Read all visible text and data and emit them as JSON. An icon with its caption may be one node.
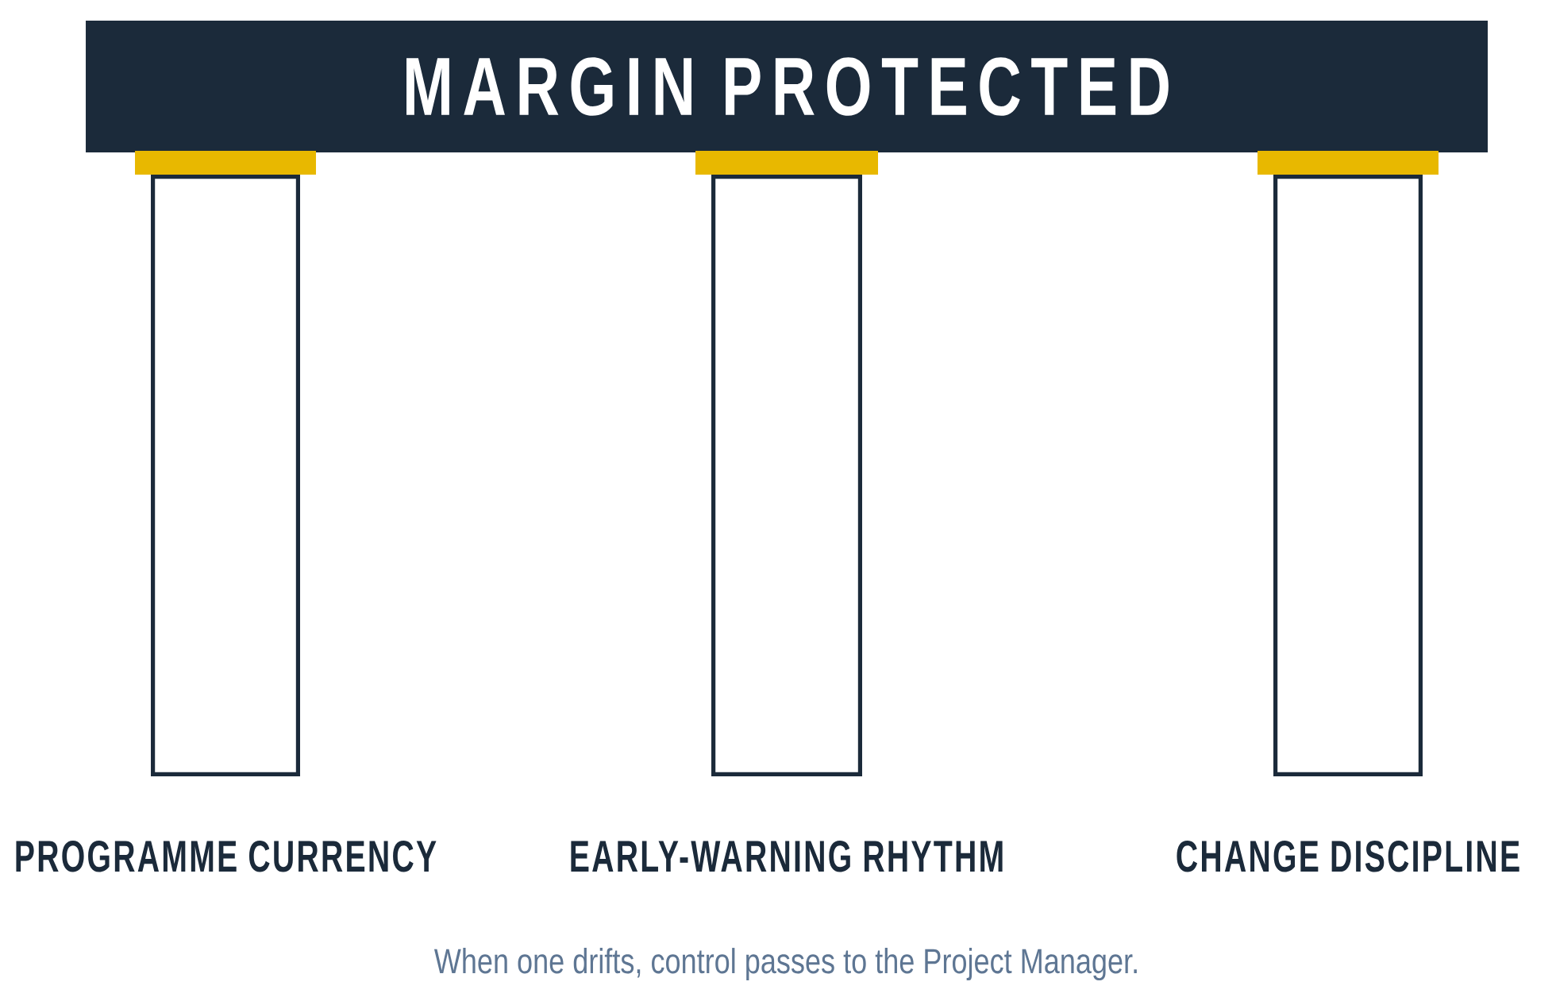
{
  "diagram": {
    "caption": "When one drifts, control passes to the Project Manager.",
    "nodes": [
      {
        "text": [
          "MARGIN PROTECTED"
        ]
      },
      {
        "text": [
          "PROGRAMME CURRENCY"
        ]
      },
      {
        "text": [
          "EARLY-WARNING RHYTHM"
        ]
      },
      {
        "text": [
          "CHANGE DISCIPLINE"
        ]
      }
    ]
  }
}
